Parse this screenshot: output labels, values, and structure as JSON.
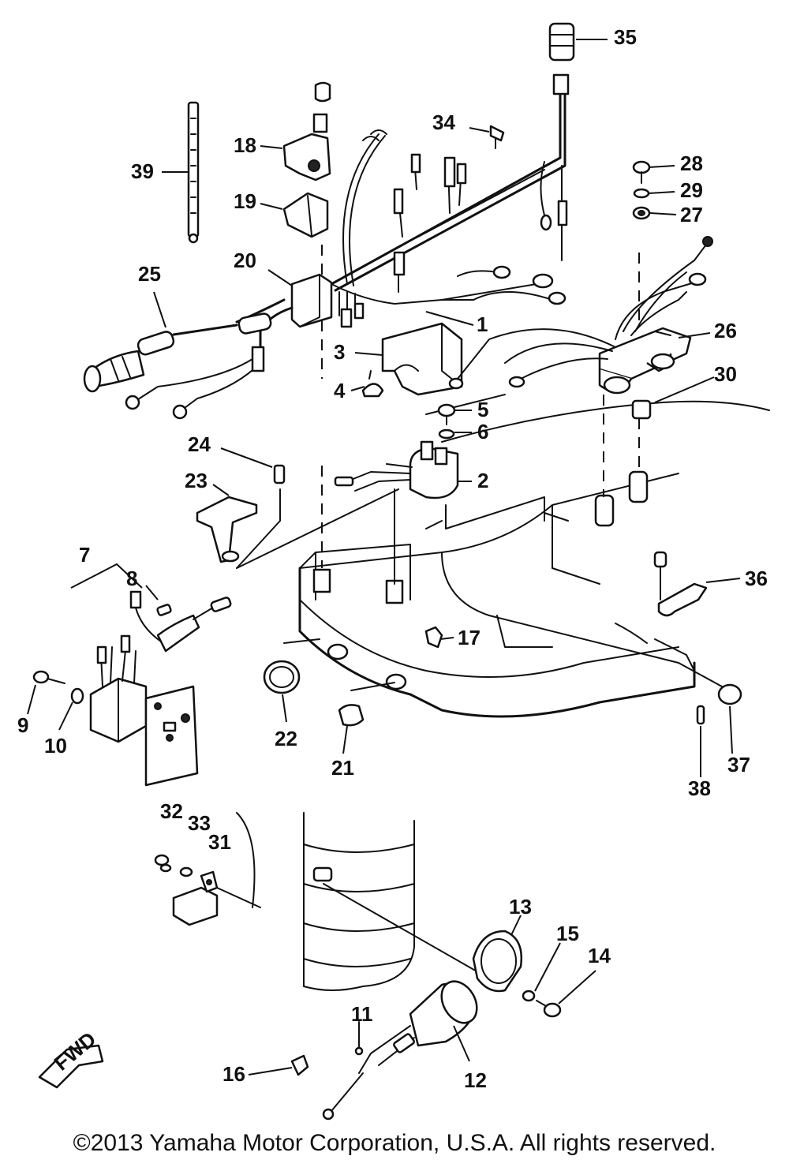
{
  "callouts": [
    "35",
    "34",
    "28",
    "29",
    "27",
    "18",
    "39",
    "19",
    "25",
    "20",
    "1",
    "26",
    "3",
    "30",
    "4",
    "5",
    "6",
    "24",
    "2",
    "23",
    "7",
    "8",
    "36",
    "17",
    "9",
    "10",
    "22",
    "21",
    "38",
    "37",
    "32",
    "33",
    "31",
    "13",
    "15",
    "14",
    "11",
    "12",
    "16"
  ],
  "fwd_label": "FWD",
  "copyright": "©2013 Yamaha Motor Corporation, U.S.A. All rights reserved."
}
